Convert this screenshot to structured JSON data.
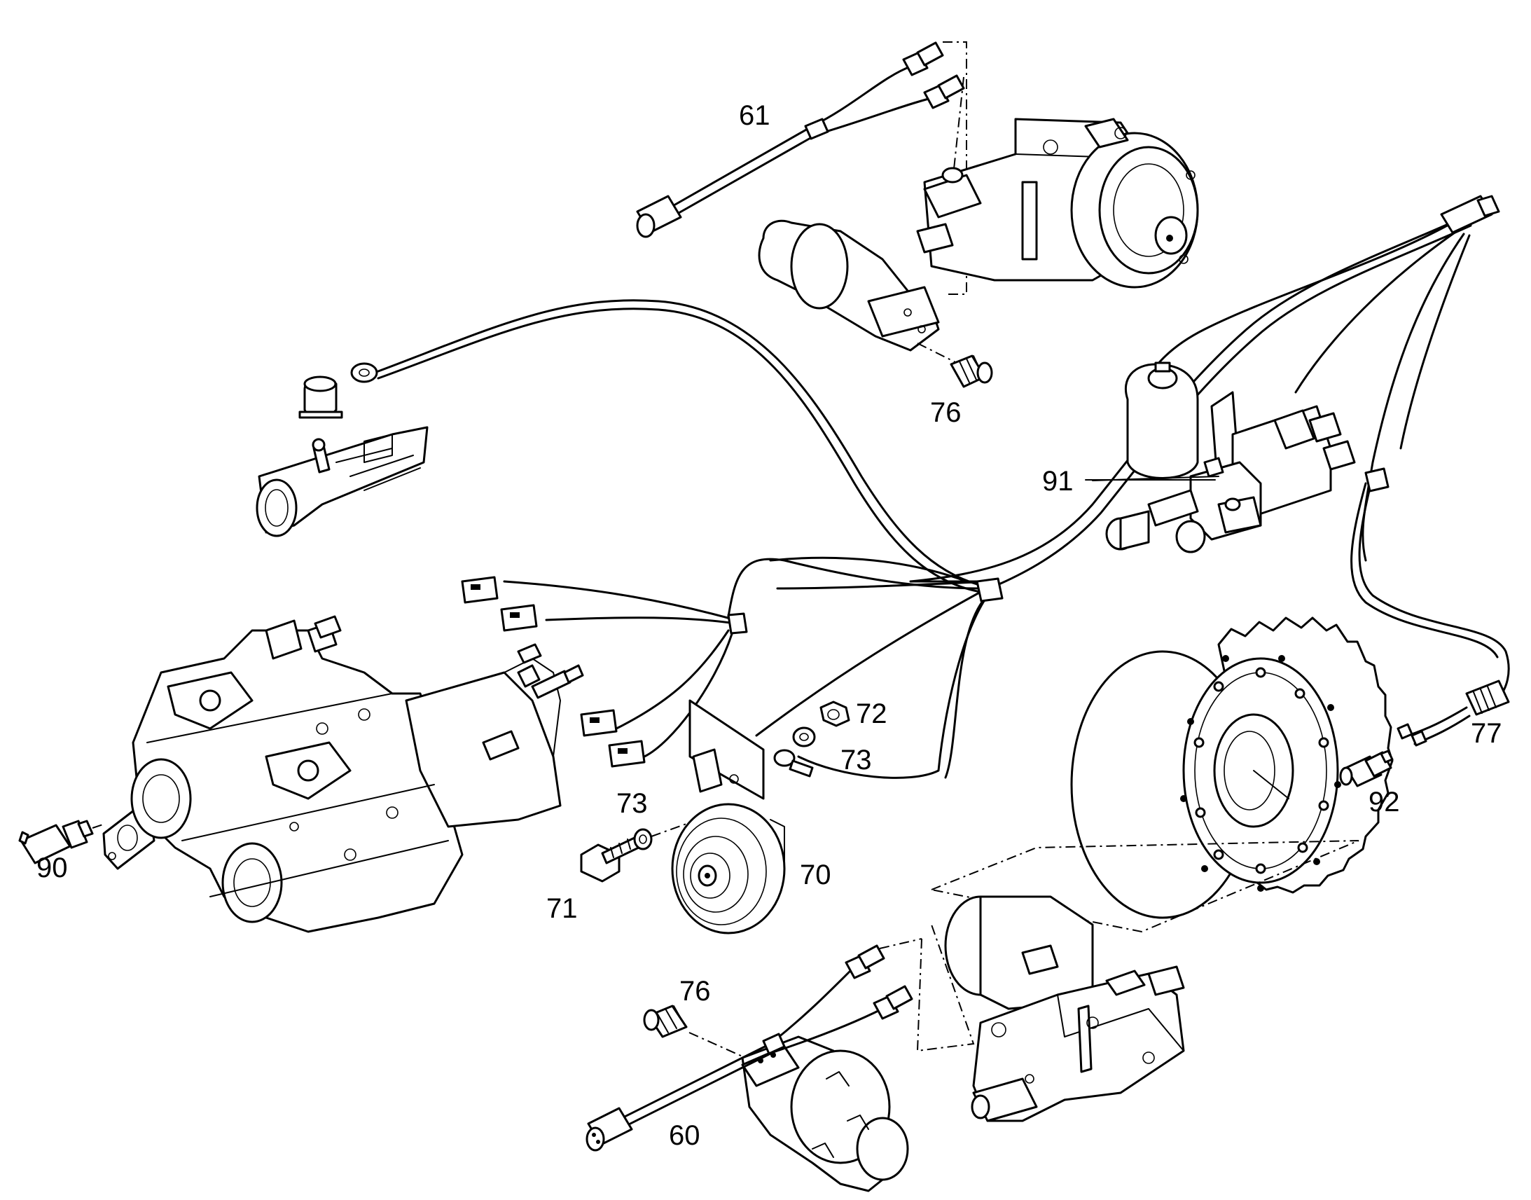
{
  "callouts": [
    {
      "id": "c61",
      "text": "61"
    },
    {
      "id": "c76a",
      "text": "76"
    },
    {
      "id": "c91",
      "text": "91"
    },
    {
      "id": "c72",
      "text": "72"
    },
    {
      "id": "c73a",
      "text": "73"
    },
    {
      "id": "c73b",
      "text": "73"
    },
    {
      "id": "c77",
      "text": "77"
    },
    {
      "id": "c92",
      "text": "92"
    },
    {
      "id": "c90",
      "text": "90"
    },
    {
      "id": "c71",
      "text": "71"
    },
    {
      "id": "c70",
      "text": "70"
    },
    {
      "id": "c76b",
      "text": "76"
    },
    {
      "id": "c60",
      "text": "60"
    }
  ]
}
